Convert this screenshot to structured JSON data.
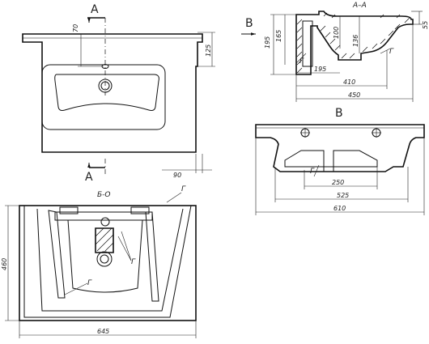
{
  "top_view": {
    "section_marker": "A",
    "dims": {
      "tap_offset": "70",
      "depth": "125",
      "side_offset": "90"
    }
  },
  "section_aa": {
    "title": "A–A",
    "view_marker": "B",
    "dims": {
      "h195": "195",
      "h165": "165",
      "h100": "100",
      "h136": "136",
      "h55": "55",
      "w195": "195",
      "w410": "410",
      "w450": "450"
    },
    "callouts": {
      "g1": "Г",
      "g2": "Г"
    }
  },
  "view_b": {
    "title": "B",
    "dims": {
      "w250": "250",
      "w525": "525",
      "w610": "610"
    },
    "callouts": {
      "g": "Г"
    }
  },
  "bottom_view": {
    "title": "Б-О",
    "dims": {
      "h460": "460",
      "w645": "645"
    },
    "callouts": {
      "g_top": "Г",
      "g_mid": "Г",
      "g_bottom": "Г"
    }
  }
}
